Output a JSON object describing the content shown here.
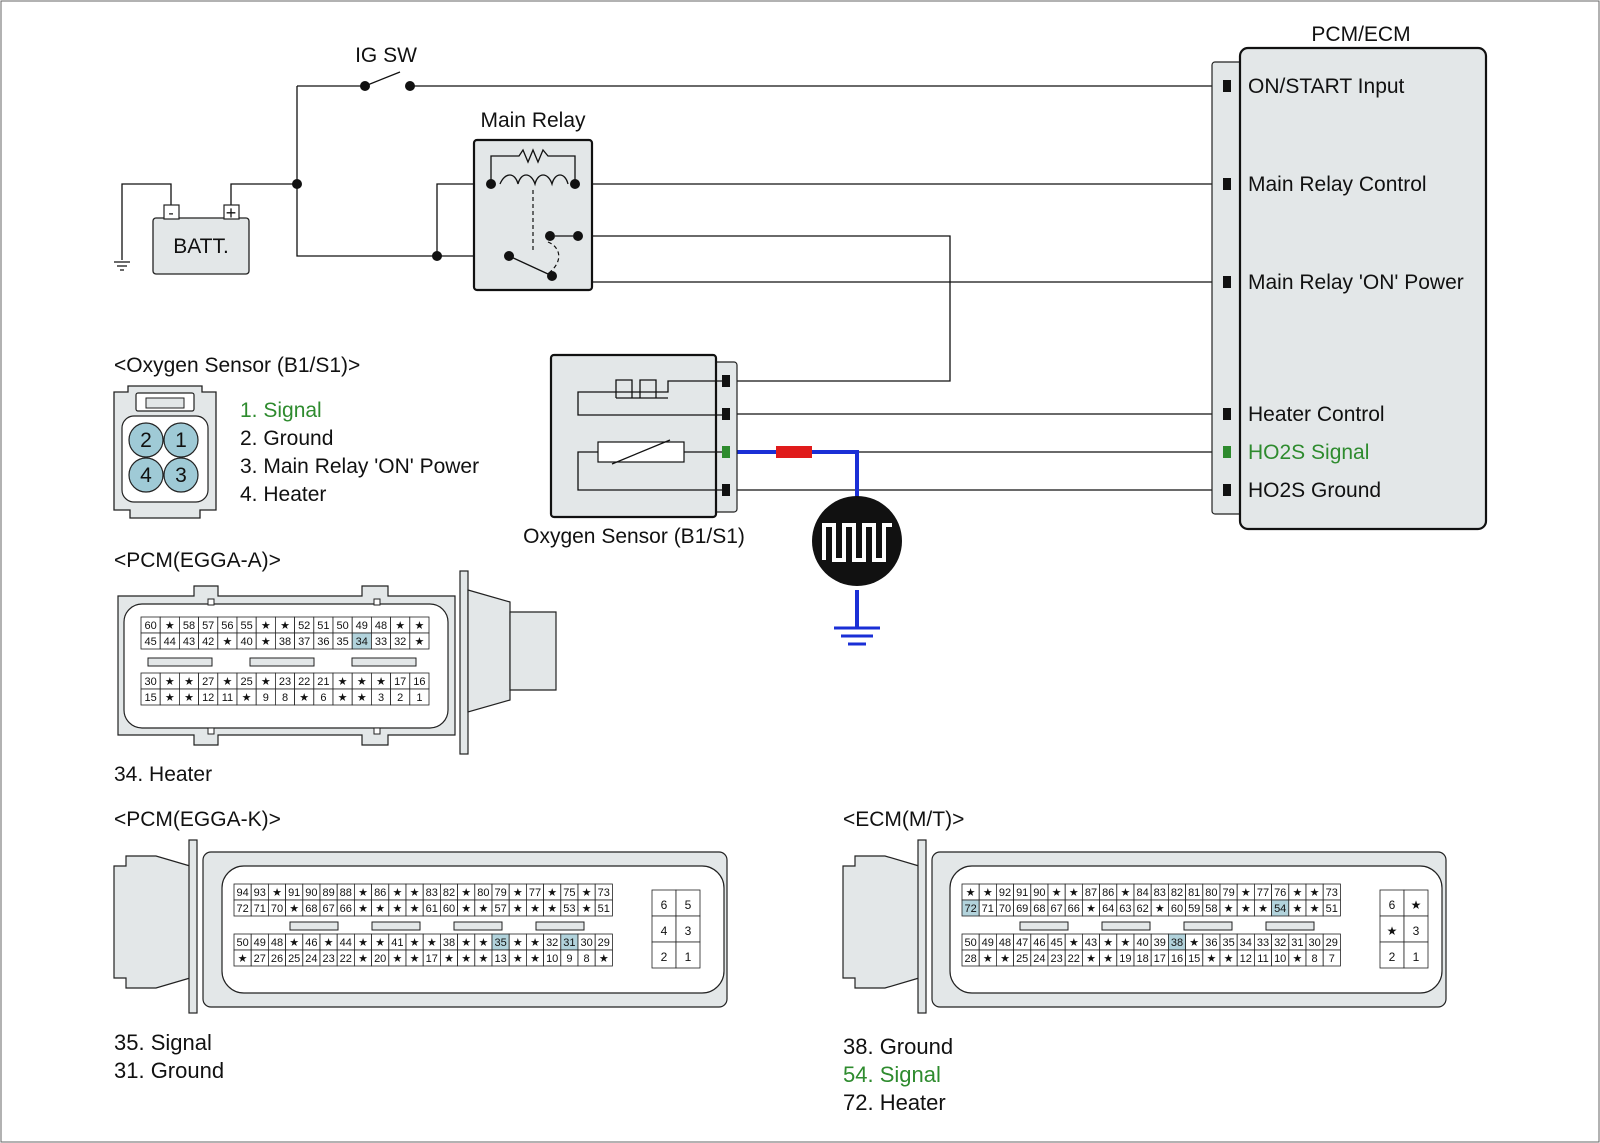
{
  "labels": {
    "ig_sw": "IG SW",
    "main_relay": "Main Relay",
    "batt": "BATT.",
    "batt_neg": "-",
    "batt_pos": "+",
    "pcm_ecm": "PCM/ECM",
    "sensor_name": "Oxygen Sensor (B1/S1)"
  },
  "pcm_pins": [
    {
      "label": "ON/START Input",
      "color": "#111111"
    },
    {
      "label": "Main Relay Control",
      "color": "#111111"
    },
    {
      "label": "Main Relay 'ON' Power",
      "color": "#111111"
    },
    {
      "label": "Heater Control",
      "color": "#111111"
    },
    {
      "label": "HO2S  Signal",
      "color": "#2e8b2e"
    },
    {
      "label": "HO2S  Ground",
      "color": "#111111"
    }
  ],
  "wire_colors": {
    "signal": "#1a2fd6",
    "connector": "#e01b1b",
    "signal_term": "#2e8b2e"
  },
  "o2_connector": {
    "title": "<Oxygen Sensor (B1/S1)>",
    "pins": [
      "2",
      "1",
      "4",
      "3"
    ],
    "legend": [
      {
        "text": "1. Signal",
        "color": "#2e8b2e"
      },
      {
        "text": "2. Ground",
        "color": "#111111"
      },
      {
        "text": "3. Main Relay 'ON' Power",
        "color": "#111111"
      },
      {
        "text": "4. Heater",
        "color": "#111111"
      }
    ]
  },
  "egga_a": {
    "title": "<PCM(EGGA-A)>",
    "rows": [
      [
        "60",
        "★",
        "58",
        "57",
        "56",
        "55",
        "★",
        "★",
        "52",
        "51",
        "50",
        "49",
        "48",
        "★",
        "★"
      ],
      [
        "45",
        "44",
        "43",
        "42",
        "★",
        "40",
        "★",
        "38",
        "37",
        "36",
        "35",
        "34",
        "33",
        "32",
        "★"
      ],
      [
        "30",
        "★",
        "★",
        "27",
        "★",
        "25",
        "★",
        "23",
        "22",
        "21",
        "★",
        "★",
        "★",
        "17",
        "16"
      ],
      [
        "15",
        "★",
        "★",
        "12",
        "11",
        "★",
        "9",
        "8",
        "★",
        "6",
        "★",
        "★",
        "3",
        "2",
        "1"
      ]
    ],
    "highlight": [
      "34"
    ],
    "legend": [
      {
        "text": "34. Heater",
        "color": "#111111"
      }
    ]
  },
  "egga_k": {
    "title": "<PCM(EGGA-K)>",
    "rows": [
      [
        "94",
        "93",
        "★",
        "91",
        "90",
        "89",
        "88",
        "★",
        "86",
        "★",
        "★",
        "83",
        "82",
        "★",
        "80",
        "79",
        "★",
        "77",
        "★",
        "75",
        "★",
        "73"
      ],
      [
        "72",
        "71",
        "70",
        "★",
        "68",
        "67",
        "66",
        "★",
        "★",
        "★",
        "★",
        "61",
        "60",
        "★",
        "★",
        "57",
        "★",
        "★",
        "★",
        "53",
        "★",
        "51"
      ],
      [
        "50",
        "49",
        "48",
        "★",
        "46",
        "★",
        "44",
        "★",
        "★",
        "41",
        "★",
        "★",
        "38",
        "★",
        "★",
        "35",
        "★",
        "★",
        "32",
        "31",
        "30",
        "29"
      ],
      [
        "★",
        "27",
        "26",
        "25",
        "24",
        "23",
        "22",
        "★",
        "20",
        "★",
        "★",
        "17",
        "★",
        "★",
        "★",
        "13",
        "★",
        "★",
        "10",
        "9",
        "8",
        "★"
      ]
    ],
    "side": [
      [
        "6",
        "5"
      ],
      [
        "4",
        "3"
      ],
      [
        "2",
        "1"
      ]
    ],
    "highlight": [
      "35",
      "31"
    ],
    "legend": [
      {
        "text": "35. Signal",
        "color": "#111111"
      },
      {
        "text": "31. Ground",
        "color": "#111111"
      }
    ]
  },
  "ecm_mt": {
    "title": "<ECM(M/T)>",
    "rows": [
      [
        "★",
        "★",
        "92",
        "91",
        "90",
        "★",
        "★",
        "87",
        "86",
        "★",
        "84",
        "83",
        "82",
        "81",
        "80",
        "79",
        "★",
        "77",
        "76",
        "★",
        "★",
        "73"
      ],
      [
        "72",
        "71",
        "70",
        "69",
        "68",
        "67",
        "66",
        "★",
        "64",
        "63",
        "62",
        "★",
        "60",
        "59",
        "58",
        "★",
        "★",
        "★",
        "54",
        "★",
        "★",
        "51"
      ],
      [
        "50",
        "49",
        "48",
        "47",
        "46",
        "45",
        "★",
        "43",
        "★",
        "★",
        "40",
        "39",
        "38",
        "★",
        "36",
        "35",
        "34",
        "33",
        "32",
        "31",
        "30",
        "29"
      ],
      [
        "28",
        "★",
        "★",
        "25",
        "24",
        "23",
        "22",
        "★",
        "★",
        "19",
        "18",
        "17",
        "16",
        "15",
        "★",
        "★",
        "12",
        "11",
        "10",
        "★",
        "8",
        "7"
      ]
    ],
    "side": [
      [
        "6",
        "★"
      ],
      [
        "★",
        "3"
      ],
      [
        "2",
        "1"
      ]
    ],
    "highlight": [
      "72",
      "54",
      "38"
    ],
    "legend": [
      {
        "text": "38. Ground",
        "color": "#111111"
      },
      {
        "text": "54. Signal",
        "color": "#2e8b2e"
      },
      {
        "text": "72. Heater",
        "color": "#111111"
      }
    ]
  }
}
